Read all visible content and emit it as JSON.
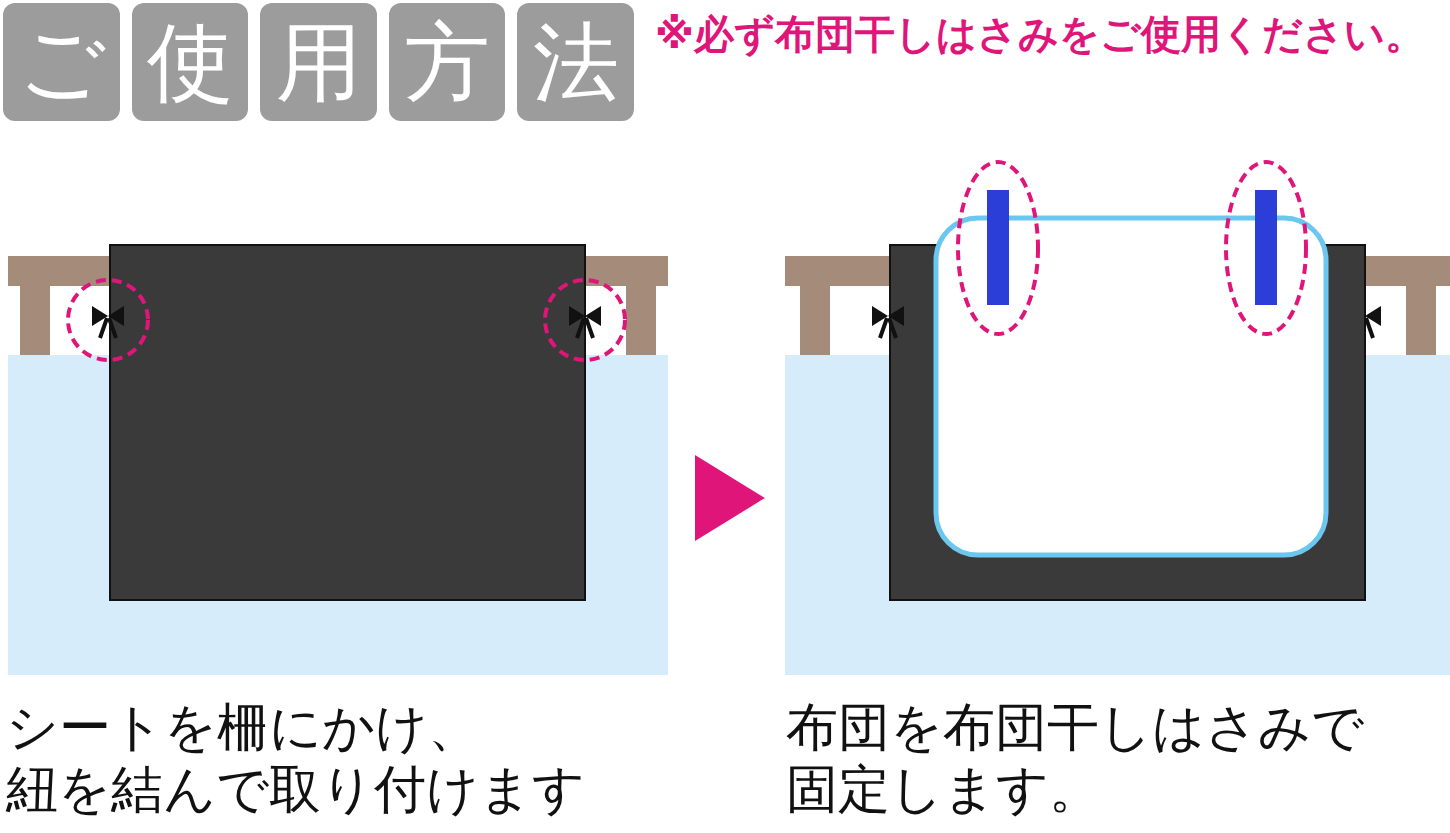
{
  "diagram": {
    "nodes": [
      {
        "text": [
          "ご"
        ]
      },
      {
        "text": [
          "使"
        ]
      },
      {
        "text": [
          "用"
        ]
      },
      {
        "text": [
          "方"
        ]
      },
      {
        "text": [
          "法"
        ]
      }
    ],
    "labels": [
      "※必ず布団干しはさみをご使用ください。",
      "シートを柵にかけ、 紐を結んで取り付けます",
      "布団を布団干しはさみで 固定します。"
    ]
  }
}
